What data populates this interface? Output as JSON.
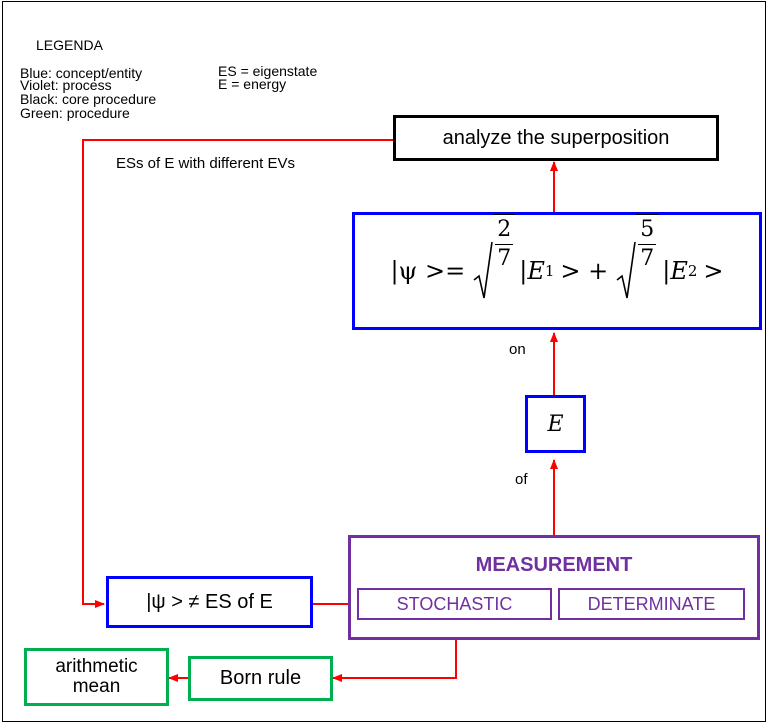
{
  "legend": {
    "title": "LEGENDA",
    "lines": [
      "Blue: concept/entity",
      "Violet: process",
      "Black: core procedure",
      "Green:  procedure"
    ],
    "abbrev": [
      "ES = eigenstate",
      "E = energy"
    ]
  },
  "nodes": {
    "analyze": "analyze the superposition",
    "energy": "E",
    "measurement": "MEASUREMENT",
    "stochastic": "STOCHASTIC",
    "determinate": "DETERMINATE",
    "psi_not_es": "|ψ > ≠ ES of E",
    "born_rule": "Born rule",
    "arith_mean_1": "arithmetic",
    "arith_mean_2": "mean"
  },
  "superposition": {
    "lhs": "|ψ >=",
    "c1_num": "2",
    "c1_den": "7",
    "ket1": "|E",
    "sub1": "1",
    "plus": "> +",
    "c2_num": "5",
    "c2_den": "7",
    "ket2": "|E",
    "sub2": "2",
    "end": ">"
  },
  "edge_labels": {
    "ess": "ESs of E with different EVs",
    "on": "on",
    "of": "of"
  },
  "colors": {
    "blue": "#0000ff",
    "violet": "#7030a0",
    "green": "#00b050",
    "black": "#000000",
    "arrow": "#ff0000"
  }
}
